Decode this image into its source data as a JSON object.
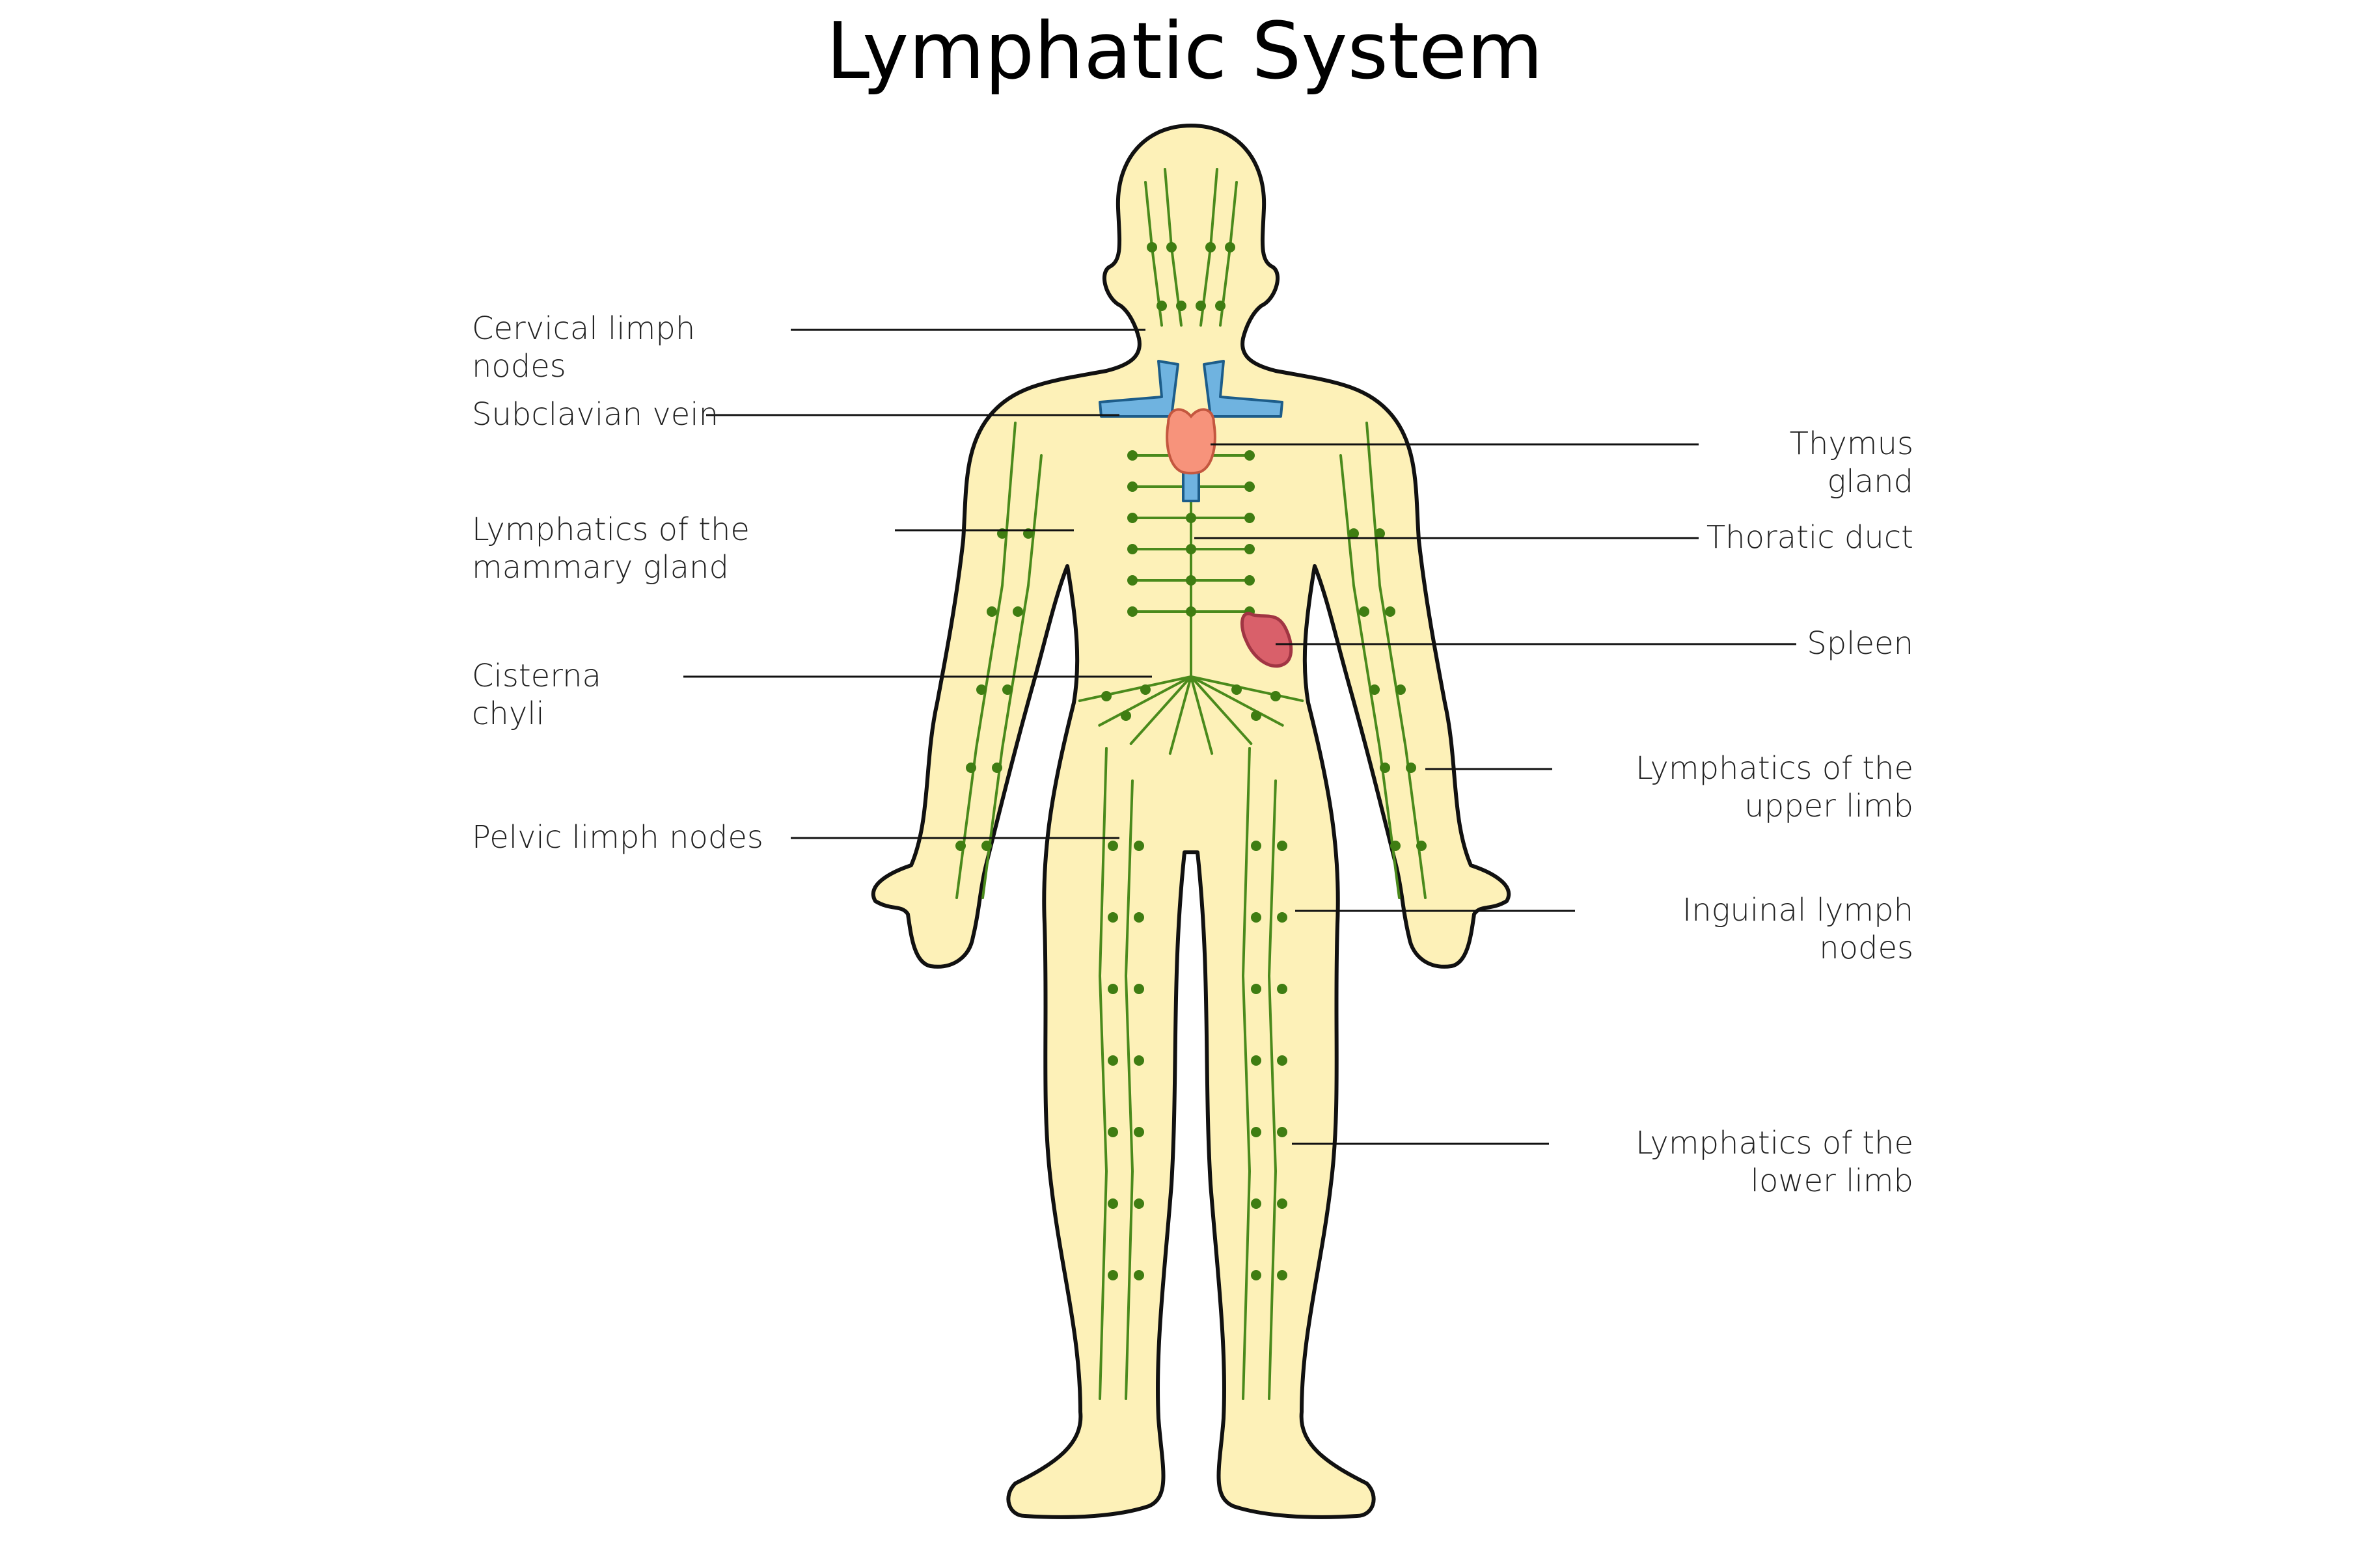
{
  "title": "Lymphatic System",
  "labels": {
    "cervical": "Cervical limph nodes",
    "subclavian": "Subclavian vein",
    "mammary": "Lymphatics of the mammary gland",
    "cisterna": "Cisterna chyli",
    "pelvic": "Pelvic limph nodes",
    "thymus": "Thymus gland",
    "thoracic": "Thoratic duct",
    "spleen": "Spleen",
    "upper_limb": "Lymphatics of the upper limb",
    "inguinal": "Inguinal lymph nodes",
    "lower_limb": "Lymphatics of the lower limb"
  },
  "colors": {
    "skin": "#fdf1b8",
    "outline": "#111111",
    "lymph": "#4a8a1c",
    "node": "#3f7d12",
    "vein": "#6fb3e0",
    "thymus": "#f7937b",
    "spleen": "#d9606a"
  }
}
